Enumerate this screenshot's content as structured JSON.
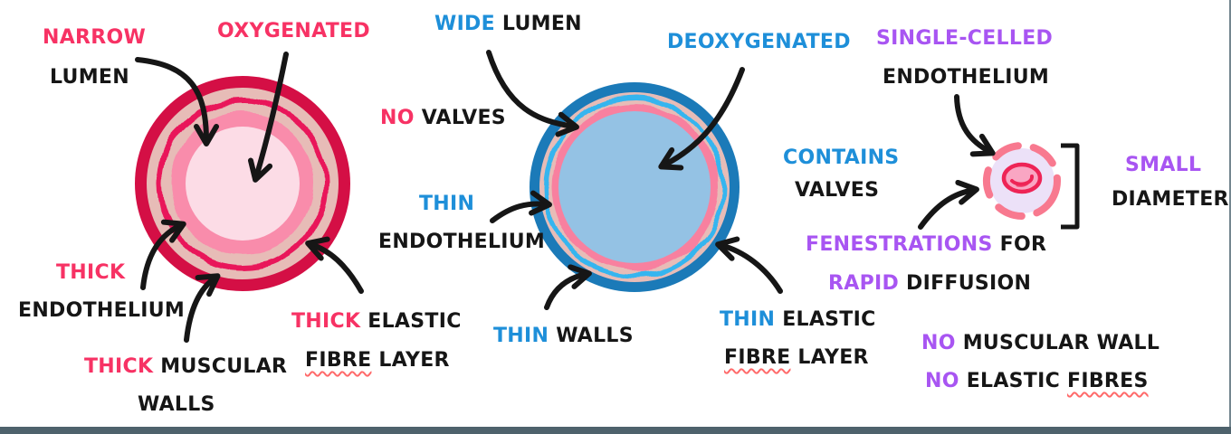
{
  "palette": {
    "artery_accent": "#f73264",
    "vein_accent": "#1e8fd9",
    "capillary_accent": "#a855f2",
    "ink": "#161616",
    "artery_outer_wall": "#d40f45",
    "artery_media": "#e7bcb7",
    "artery_elastic_line": "#e9145a",
    "artery_endothelium_ring": "#f98cab",
    "artery_lumen": "#fcdce6",
    "vein_outer_wall": "#1b7ab8",
    "vein_media": "#e7bcb7",
    "vein_elastic_line": "#35b5ef",
    "vein_endothelium_ring": "#f8809f",
    "vein_lumen": "#94c2e4",
    "capillary_body": "#ece1f8",
    "capillary_wall_dashes": "#f8798f",
    "red_blood_cell_fill": "#f9a6c3",
    "red_blood_cell_stroke": "#ee2456",
    "squiggle_underline": "#ff6a6a",
    "footer_bar": "#4e626c"
  },
  "artery": {
    "labels": {
      "narrow_lumen": {
        "accent": "NARROW",
        "line2": "LUMEN"
      },
      "oxygenated": {
        "accent": "OXYGENATED"
      },
      "no_valves": {
        "accent": "NO",
        "rest": "VALVES"
      },
      "thick_endothelium": {
        "accent": "THICK",
        "line2": "ENDOTHELIUM"
      },
      "thick_muscular_walls": {
        "accent": "THICK",
        "rest": "MUSCULAR",
        "line2": "WALLS"
      },
      "thick_elastic_fibre": {
        "accent": "THICK",
        "rest": "ELASTIC",
        "line2_word1": "FIBRE",
        "line2_word2": "LAYER"
      }
    }
  },
  "vein": {
    "labels": {
      "wide_lumen": {
        "accent": "WIDE",
        "rest": "LUMEN"
      },
      "deoxygenated": {
        "accent": "DEOXYGENATED"
      },
      "thin_endothelium": {
        "accent": "THIN",
        "line2": "ENDOTHELIUM"
      },
      "thin_walls": {
        "accent": "THIN",
        "rest": "WALLS"
      },
      "thin_elastic_fibre": {
        "accent": "THIN",
        "rest": "ELASTIC",
        "line2_word1": "FIBRE",
        "line2_word2": "LAYER"
      }
    }
  },
  "capillary": {
    "labels": {
      "single_celled_endothelium": {
        "accent": "SINGLE-CELLED",
        "line2": "ENDOTHELIUM"
      },
      "contains_valves": {
        "accent": "CONTAINS",
        "line2": "VALVES"
      },
      "small_diameter": {
        "accent": "SMALL",
        "line2": "DIAMETER"
      },
      "fenestrations_for_rapid_diffusion": {
        "accent": "FENESTRATIONS",
        "rest": "FOR",
        "line2_accent": "RAPID",
        "line2_rest": "DIFFUSION"
      },
      "no_muscular_wall": {
        "accent": "NO",
        "rest": "MUSCULAR WALL"
      },
      "no_elastic_fibres": {
        "accent": "NO",
        "rest": "ELASTIC",
        "underlined": "FIBRES"
      }
    }
  }
}
